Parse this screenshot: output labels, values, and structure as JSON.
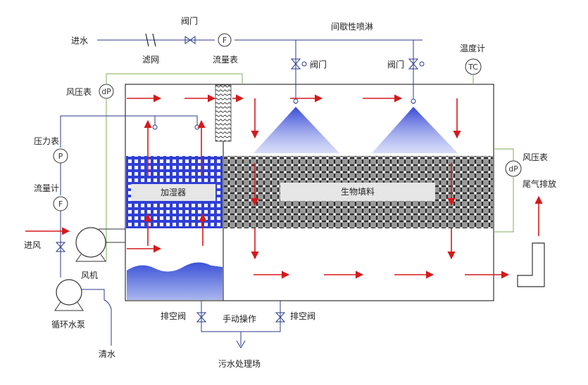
{
  "labels": {
    "inlet_water": "进水",
    "strainer": "滤网",
    "valve_top": "阀门",
    "flowmeter_top": "流量表",
    "intermittent_spray": "间歇性喷淋",
    "spray_valve_1": "阀门",
    "spray_valve_2": "阀门",
    "thermometer": "温度计",
    "dp_gauge_left": "风压表",
    "pressure_gauge": "压力表",
    "flowmeter_left": "流量计",
    "air_inlet": "进风",
    "fan": "风机",
    "circulation_pump": "循环水泵",
    "clean_water": "清水",
    "drain_valve_left": "排空阀",
    "manual_operation": "手动操作",
    "drain_valve_right": "排空阀",
    "wastewater_plant": "污水处理场",
    "humidifier": "加湿器",
    "bio_packing": "生物填料",
    "dp_gauge_right": "风压表",
    "exhaust": "尾气排放"
  },
  "instruments": {
    "dp_symbol": "dP",
    "flow_symbol": "F",
    "pressure_symbol": "P",
    "temp_symbol": "TC"
  },
  "colors": {
    "flow_arrow": "#d6191b",
    "water_pipe": "#2b3a8c",
    "signal_line": "#7cae5a",
    "spray": "#3348d8",
    "outline": "#333333"
  }
}
